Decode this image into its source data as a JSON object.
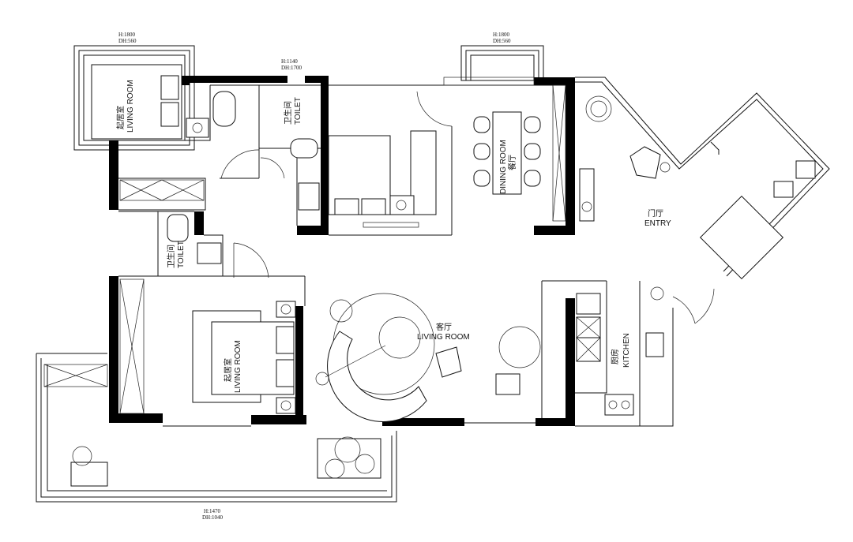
{
  "plan": {
    "dims": {
      "top_left_window_h": "H:1800",
      "top_left_window_dh": "DH:560",
      "top_mid_window_h": "H:1140",
      "top_mid_window_dh": "DH:1700",
      "top_right_window_h": "H:1800",
      "top_right_window_dh": "DH:560",
      "bottom_window_h": "H:1470",
      "bottom_window_dh": "DH:1040"
    },
    "rooms": {
      "bedroom_top_cn": "起居室",
      "bedroom_top_en": "LIVING ROOM",
      "toilet_top_cn": "卫生间",
      "toilet_top_en": "TOILET",
      "dining_en": "DINING ROOM",
      "dining_cn": "餐厅",
      "entry_cn": "门厅",
      "entry_en": "ENTRY",
      "toilet_mid_cn": "卫生间",
      "toilet_mid_en": "TOILET",
      "bedroom_mid_cn": "起居室",
      "bedroom_mid_en": "LIVING ROOM",
      "living_cn": "客厅",
      "living_en": "LIVING ROOM",
      "kitchen_cn": "厨房",
      "kitchen_en": "KITCHEN"
    }
  }
}
